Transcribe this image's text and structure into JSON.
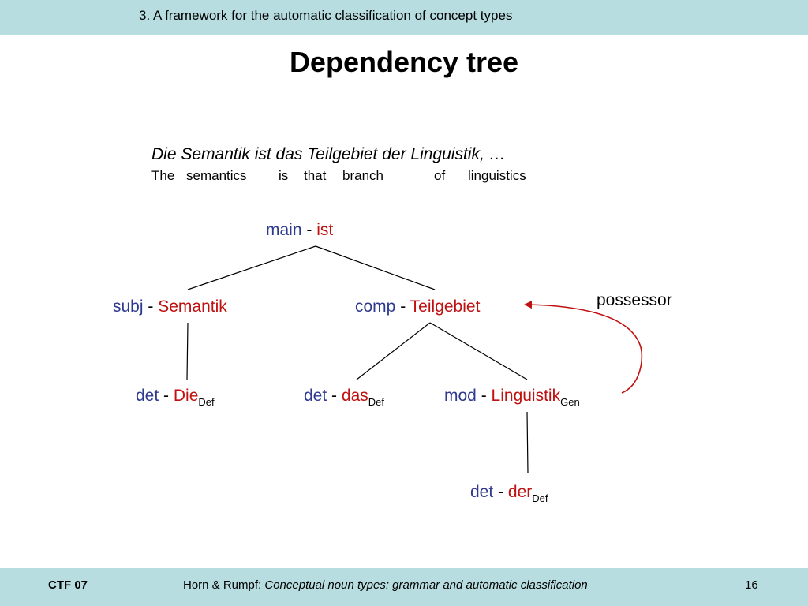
{
  "header": {
    "section": "3. A framework for the automatic classification of concept types",
    "title": "Dependency tree"
  },
  "sentence": {
    "german": "Die Semantik ist das Teilgebiet der Linguistik, …",
    "gloss": [
      "The",
      "semantics",
      "is",
      "that",
      "branch",
      "of",
      "linguistics"
    ]
  },
  "tree": {
    "root": {
      "rel": "main",
      "sep": "-",
      "word": "ist",
      "sub": ""
    },
    "subj": {
      "rel": "subj",
      "sep": "-",
      "word": "Semantik",
      "sub": ""
    },
    "comp": {
      "rel": "comp",
      "sep": "-",
      "word": "Teilgebiet",
      "sub": ""
    },
    "det1": {
      "rel": "det",
      "sep": "-",
      "word": "Die",
      "sub": "Def"
    },
    "det2": {
      "rel": "det",
      "sep": "-",
      "word": "das",
      "sub": "Def"
    },
    "mod": {
      "rel": "mod",
      "sep": "-",
      "word": "Linguistik",
      "sub": "Gen"
    },
    "det3": {
      "rel": "det",
      "sep": "-",
      "word": "der",
      "sub": "Def"
    }
  },
  "annotation": {
    "possessor": "possessor"
  },
  "colors": {
    "relation": "#2f3a8f",
    "word": "#c01010",
    "bar": "#b7dde0"
  },
  "footer": {
    "left": "CTF 07",
    "authors": "Horn & Rumpf: ",
    "work": "Conceptual noun types: grammar and automatic classification",
    "page": "16"
  }
}
